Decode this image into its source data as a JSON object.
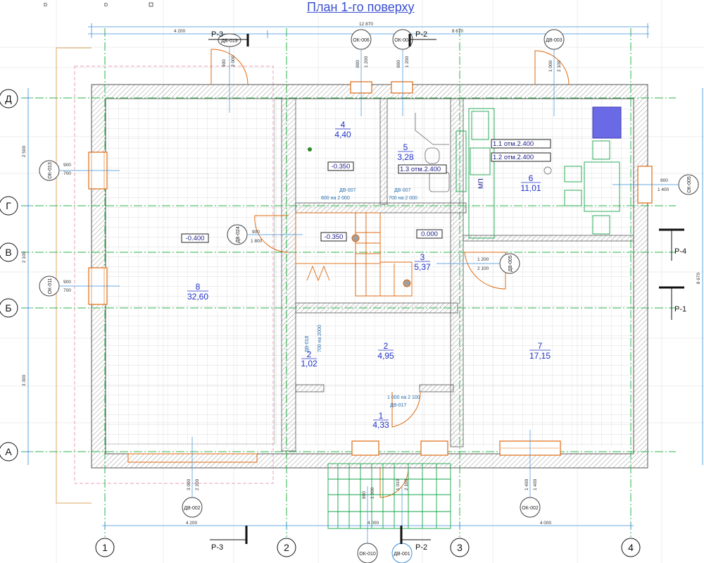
{
  "title": "План 1-го поверху",
  "corner_marks": [
    "D",
    "D"
  ],
  "axes": {
    "rows": [
      "Д",
      "Г",
      "В",
      "Б",
      "А"
    ],
    "cols": [
      "1",
      "2",
      "3",
      "4"
    ]
  },
  "rooms": [
    {
      "num": "1",
      "area": "4,33"
    },
    {
      "num": "2",
      "area": "4,95"
    },
    {
      "num": "2",
      "area": "1,02"
    },
    {
      "num": "3",
      "area": "5,37"
    },
    {
      "num": "4",
      "area": "4,40"
    },
    {
      "num": "5",
      "area": "3,28"
    },
    {
      "num": "6",
      "area": "11,01"
    },
    {
      "num": "7",
      "area": "17,15"
    },
    {
      "num": "8",
      "area": "32,60"
    }
  ],
  "levels": [
    "-0.400",
    "-0.350",
    "-0.350",
    "0.000"
  ],
  "kitchen_notes": [
    "1.1 отм.2.400",
    "1.2 отм.2.400",
    "МП"
  ],
  "bath_note": "1.3 отм.2.400",
  "tags": {
    "dv019": "ДВ-019",
    "ok006": "ОК-006",
    "ok004": "ОК-004",
    "dv003": "ДВ-003",
    "ok013": "ОК-013",
    "ok011": "ОК-011",
    "ok005": "ОК-005",
    "dv024": "ДВ-024",
    "dv005": "ДВ-005",
    "dv002": "ДВ-002",
    "ok002": "ОК-002",
    "ok010": "ОК-010",
    "dv001": "ДВ-001"
  },
  "door_notes": {
    "dv007a": "ДВ-007",
    "dv007a_size": "800 на 2 000",
    "dv007b": "ДВ-007",
    "dv007b_size": "700 на 2 000",
    "dv018": "ДВ-018",
    "dv018_size": "700 на 2000",
    "dv017": "ДВ-017",
    "dv017_size": "1 000 на 2 100"
  },
  "sections": {
    "p3": "Р-3",
    "p2": "Р-2",
    "p4": "Р-4",
    "p1": "Р-1"
  },
  "dims": {
    "total_top": "12 870",
    "seg_left": "4 200",
    "seg_right": "8 670",
    "bot_left": "4 200",
    "bot_mid": "4 000",
    "bot_right": "4 000",
    "left_1": "2 500",
    "left_2": "2 100",
    "left_3": "3 300",
    "right_v": "8 670",
    "ok013_w": "900",
    "ok013_h": "700",
    "ok011_w": "900",
    "ok011_h": "700",
    "ok005_w": "900",
    "ok005_h": "1 400",
    "dv024_w": "900",
    "dv024_h": "1 800",
    "dv005_w": "1 200",
    "dv005_h": "2 100",
    "dv019_w": "900",
    "dv019_h": "2 000",
    "ok006_w": "800",
    "ok006_h": "1 200",
    "ok004_w": "800",
    "ok004_h": "1 200",
    "dv003_w": "1 000",
    "dv003_h": "2 100",
    "dv002_w": "3 000",
    "dv002_h": "2 200",
    "ok010_w": "800",
    "ok010_h": "1 200",
    "dv001_w": "1 010",
    "dv001_h": "2 100",
    "ok002_w": "1 400",
    "ok002_h": "1 400"
  },
  "colors": {
    "wall": "#8c8c8c",
    "axis": "#2bb34a",
    "dim": "#3a8fd8",
    "room": "#2032c8",
    "opening": "#e06a10",
    "stair": "#16a34a",
    "appliance": "#5a5ad8"
  }
}
